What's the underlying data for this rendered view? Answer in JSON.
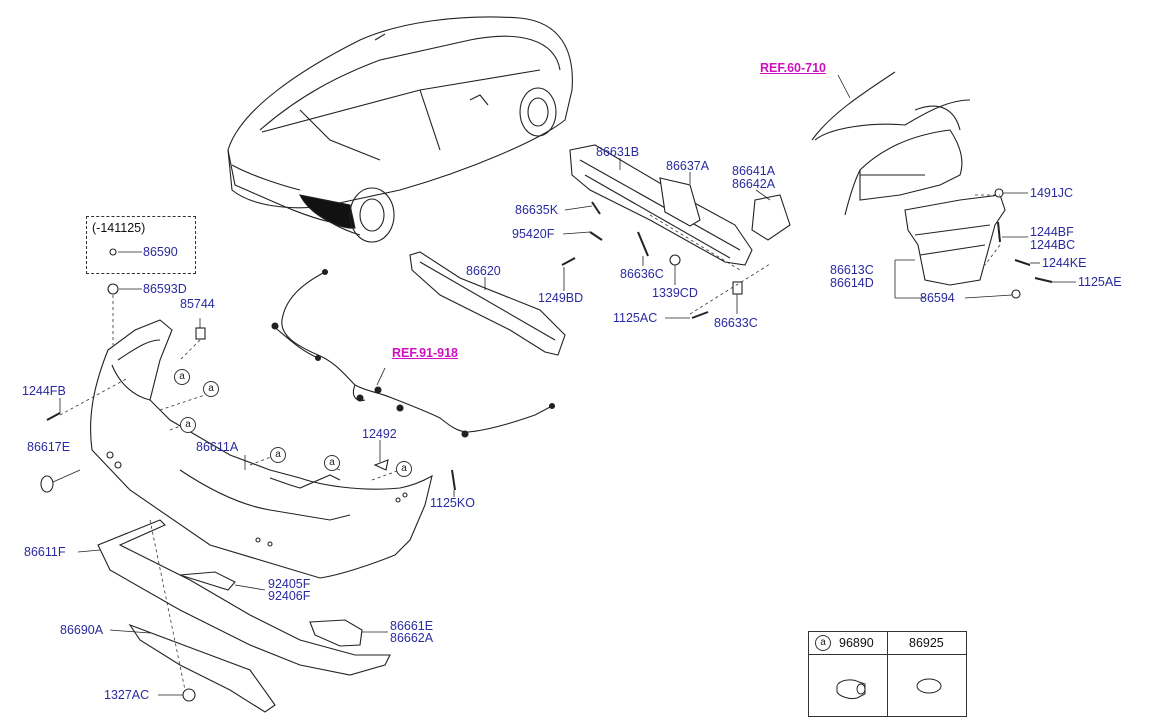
{
  "refs": [
    "REF.60-710",
    "REF.91-918"
  ],
  "box_note": "(-141125)",
  "circle_letter": "a",
  "labels": [
    {
      "id": "86590",
      "text": "86590"
    },
    {
      "id": "86593D",
      "text": "86593D"
    },
    {
      "id": "85744",
      "text": "85744"
    },
    {
      "id": "1244FB",
      "text": "1244FB"
    },
    {
      "id": "86617E",
      "text": "86617E"
    },
    {
      "id": "86611A",
      "text": "86611A"
    },
    {
      "id": "86611F",
      "text": "86611F"
    },
    {
      "id": "86690A",
      "text": "86690A"
    },
    {
      "id": "1327AC",
      "text": "1327AC"
    },
    {
      "id": "92405F",
      "text": "92405F"
    },
    {
      "id": "92406F",
      "text": "92406F"
    },
    {
      "id": "86661E",
      "text": "86661E"
    },
    {
      "id": "86662A",
      "text": "86662A"
    },
    {
      "id": "12492",
      "text": "12492"
    },
    {
      "id": "1125KO",
      "text": "1125KO"
    },
    {
      "id": "86620",
      "text": "86620"
    },
    {
      "id": "86631B",
      "text": "86631B"
    },
    {
      "id": "86637A",
      "text": "86637A"
    },
    {
      "id": "86641A",
      "text": "86641A"
    },
    {
      "id": "86642A",
      "text": "86642A"
    },
    {
      "id": "86635K",
      "text": "86635K"
    },
    {
      "id": "95420F",
      "text": "95420F"
    },
    {
      "id": "86636C",
      "text": "86636C"
    },
    {
      "id": "1339CD",
      "text": "1339CD"
    },
    {
      "id": "1249BD",
      "text": "1249BD"
    },
    {
      "id": "1125AC",
      "text": "1125AC"
    },
    {
      "id": "86633C",
      "text": "86633C"
    },
    {
      "id": "1491JC",
      "text": "1491JC"
    },
    {
      "id": "1244BF",
      "text": "1244BF"
    },
    {
      "id": "1244BC",
      "text": "1244BC"
    },
    {
      "id": "86613C",
      "text": "86613C"
    },
    {
      "id": "86614D",
      "text": "86614D"
    },
    {
      "id": "1244KE",
      "text": "1244KE"
    },
    {
      "id": "1125AE",
      "text": "1125AE"
    },
    {
      "id": "86594",
      "text": "86594"
    }
  ],
  "legend": {
    "letter": "a",
    "col1": "96890",
    "col2": "86925"
  }
}
